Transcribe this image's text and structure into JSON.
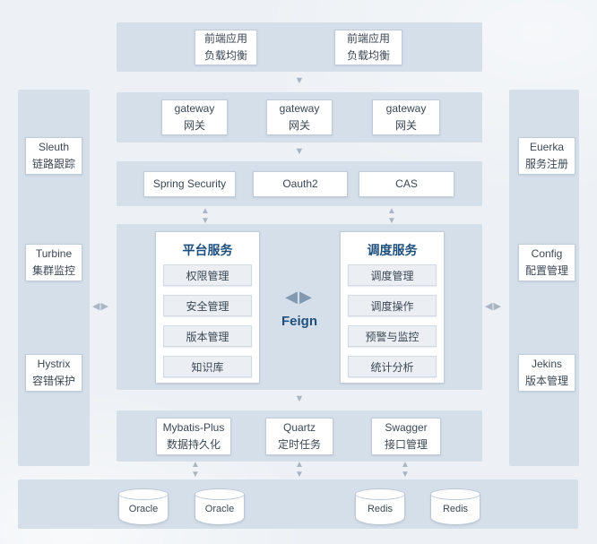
{
  "icons": {
    "down_arrow": "▼",
    "up_arrow": "▲",
    "left_arrow": "◀",
    "right_arrow": "▶"
  },
  "colors": {
    "band": "#d5dfe9",
    "title_blue": "#1e4f7d",
    "arrow_gray": "#a9b5c2"
  },
  "frontend": {
    "boxes": [
      {
        "line1": "前端应用",
        "line2": "负载均衡"
      },
      {
        "line1": "前端应用",
        "line2": "负载均衡"
      }
    ]
  },
  "gateway": {
    "boxes": [
      {
        "line1": "gateway",
        "line2": "网关"
      },
      {
        "line1": "gateway",
        "line2": "网关"
      },
      {
        "line1": "gateway",
        "line2": "网关"
      }
    ]
  },
  "security": {
    "boxes": [
      {
        "label": "Spring Security"
      },
      {
        "label": "Oauth2"
      },
      {
        "label": "CAS"
      }
    ]
  },
  "platform": {
    "title": "平台服务",
    "items": [
      "权限管理",
      "安全管理",
      "版本管理",
      "知识库"
    ]
  },
  "schedule": {
    "title": "调度服务",
    "items": [
      "调度管理",
      "调度操作",
      "预警与监控",
      "统计分析"
    ]
  },
  "feign": {
    "label": "Feign"
  },
  "middleware": {
    "boxes": [
      {
        "line1": "Mybatis-Plus",
        "line2": "数据持久化"
      },
      {
        "line1": "Quartz",
        "line2": "定时任务"
      },
      {
        "line1": "Swagger",
        "line2": "接口管理"
      }
    ]
  },
  "databases": [
    "Oracle",
    "Oracle",
    "Redis",
    "Redis"
  ],
  "left_sidebar": {
    "items": [
      {
        "line1": "Sleuth",
        "line2": "链路跟踪"
      },
      {
        "line1": "Turbine",
        "line2": "集群监控"
      },
      {
        "line1": "Hystrix",
        "line2": "容错保护"
      }
    ]
  },
  "right_sidebar": {
    "items": [
      {
        "line1": "Euerka",
        "line2": "服务注册"
      },
      {
        "line1": "Config",
        "line2": "配置管理"
      },
      {
        "line1": "Jekins",
        "line2": "版本管理"
      }
    ]
  }
}
